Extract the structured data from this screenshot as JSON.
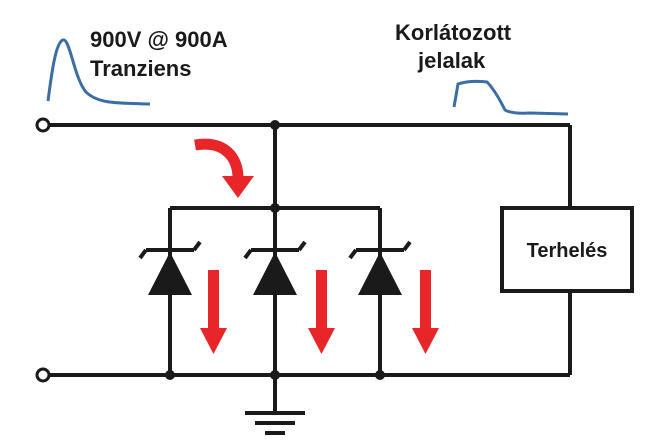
{
  "labels": {
    "transient_line1": "900V @ 900A",
    "transient_line2": "Tranziens",
    "limited_line1": "Korlátozott",
    "limited_line2": "jelalak",
    "load": "Terhelés"
  },
  "colors": {
    "wire": "#1a1a1a",
    "waveform": "#3a6ea5",
    "arrow": "#e8262a"
  },
  "icons": [
    "transient-waveform-icon",
    "clamped-waveform-icon",
    "tvs-diode-icon",
    "current-arrow-icon",
    "ground-icon",
    "terminal-icon"
  ]
}
